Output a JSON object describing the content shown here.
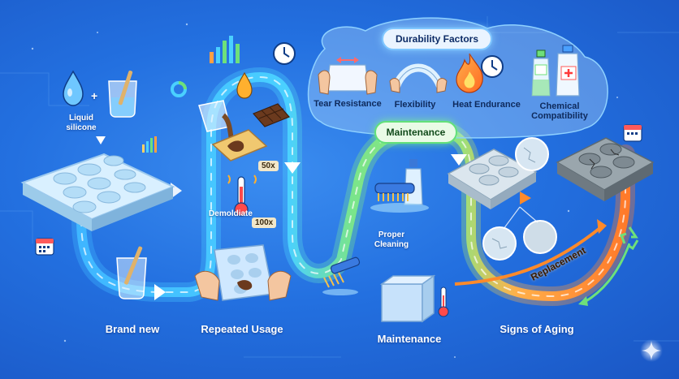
{
  "stages": {
    "brand_new": "Brand new",
    "repeated_usage": "Repeated Usage",
    "maintenance": "Maintenance",
    "signs_of_aging": "Signs of Aging"
  },
  "inputs": {
    "liquid_silicone": "Liquid\nsilicone",
    "plus_sign": "+"
  },
  "usage": {
    "demolding": "Demoldiate",
    "cycles_50": "50x",
    "cycles_100": "100x"
  },
  "durability": {
    "title": "Durability Factors",
    "factors": [
      "Tear Resistance",
      "Flexibility",
      "Heat Endurance",
      "Chemical\nCompatibility"
    ]
  },
  "maintenance_panel": {
    "tag": "Maintenance",
    "proper_cleaning": "Proper\nCleaning"
  },
  "replacement": "Replacement",
  "colors": {
    "background": "#2370e0",
    "path_blue": "#47c8ff",
    "path_green": "#6ee07a",
    "path_orange": "#ff8a2a"
  },
  "icons": [
    "water-drop-icon",
    "beaker-icon",
    "calendar-icon",
    "bar-chart-icon",
    "clock-icon",
    "donut-chart-icon",
    "thermometer-icon",
    "brush-icon",
    "spray-bottle-icon",
    "fire-icon",
    "recycle-icon",
    "sparkle-icon"
  ]
}
